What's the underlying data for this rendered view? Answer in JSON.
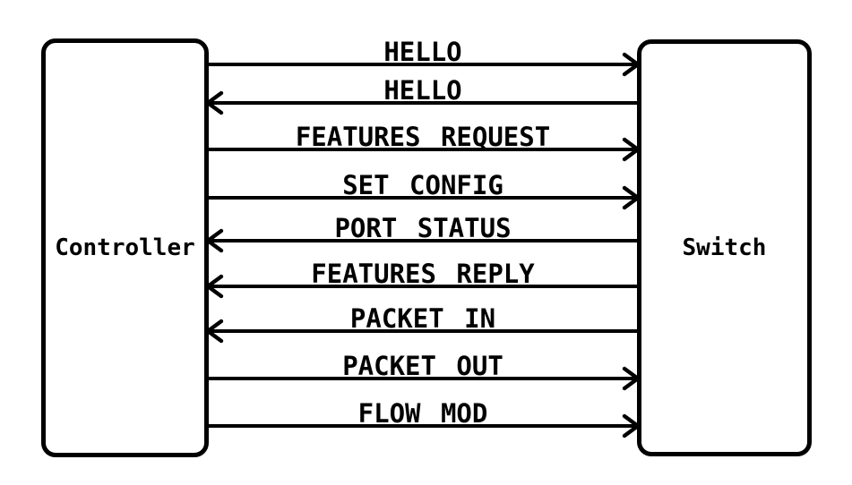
{
  "colors": {
    "background": "#ffffff",
    "line": "#000000",
    "text": "#000000"
  },
  "nodes": {
    "controller": {
      "label": "Controller"
    },
    "switch": {
      "label": "Switch"
    }
  },
  "messages": [
    {
      "label": "HELLO",
      "from": "Controller",
      "to": "Switch",
      "direction": "right"
    },
    {
      "label": "HELLO",
      "from": "Switch",
      "to": "Controller",
      "direction": "left"
    },
    {
      "label": "FEATURES REQUEST",
      "from": "Controller",
      "to": "Switch",
      "direction": "right"
    },
    {
      "label": "SET CONFIG",
      "from": "Controller",
      "to": "Switch",
      "direction": "right"
    },
    {
      "label": "PORT STATUS",
      "from": "Switch",
      "to": "Controller",
      "direction": "left"
    },
    {
      "label": "FEATURES REPLY",
      "from": "Switch",
      "to": "Controller",
      "direction": "left"
    },
    {
      "label": "PACKET IN",
      "from": "Switch",
      "to": "Controller",
      "direction": "left"
    },
    {
      "label": "PACKET OUT",
      "from": "Controller",
      "to": "Switch",
      "direction": "right"
    },
    {
      "label": "FLOW MOD",
      "from": "Controller",
      "to": "Switch",
      "direction": "right"
    }
  ]
}
